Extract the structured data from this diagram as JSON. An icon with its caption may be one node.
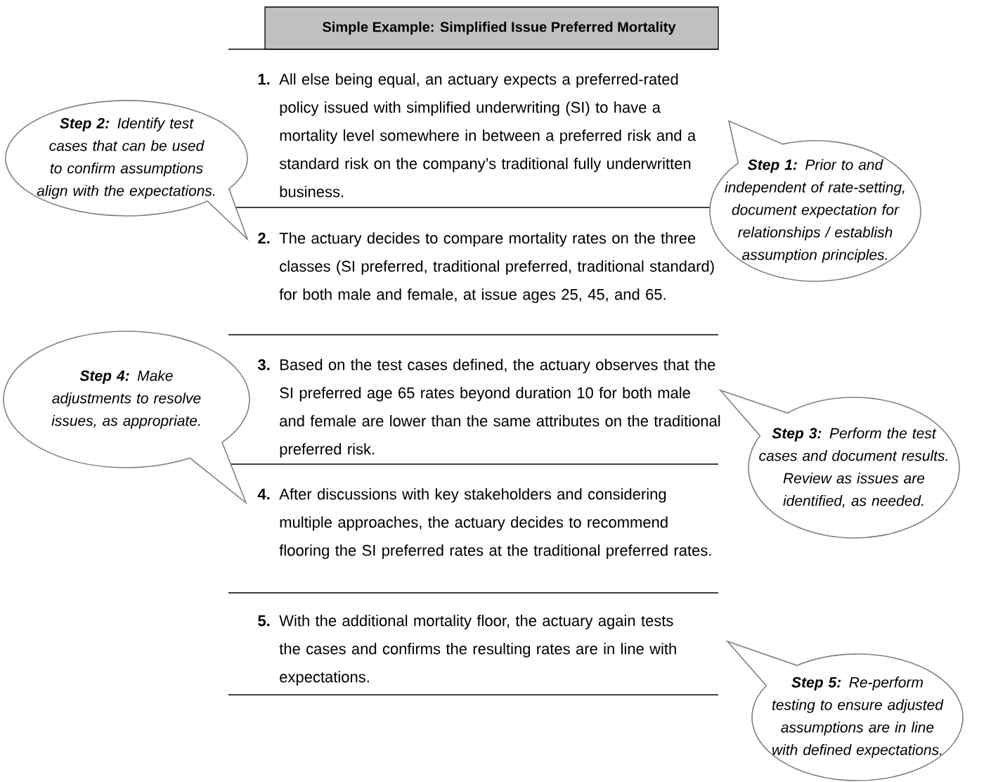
{
  "diagram": {
    "title": "Simple Example: Simplified Issue Preferred Mortality",
    "nodes": [
      {
        "text": [
          "**Step 2:** Identify test cases that can be used to confirm assumptions align with the expectations."
        ]
      },
      {
        "text": [
          "**Step 1:** Prior to and independent of rate-setting, document expectation for relationships / establish assumption principles."
        ]
      },
      {
        "text": [
          "**Step 4:** Make adjustments to resolve issues, as appropriate."
        ]
      },
      {
        "text": [
          "**Step 3:** Perform the test cases and document results. Review as issues are identified, as needed."
        ]
      },
      {
        "text": [
          "**Step 5:** Re-perform testing to ensure adjusted assumptions are in line with defined expectations."
        ]
      }
    ],
    "labels": [
      "1.",
      "All else being equal, an actuary expects a preferred-rated policy issued with simplified underwriting (SI) to have a mortality level somewhere in between a preferred risk and a standard risk on the company’s traditional fully underwritten business.",
      "2.",
      "The actuary decides to compare mortality rates on the three classes (SI preferred, traditional preferred, traditional standard) for both male and female, at issue ages 25, 45, and 65.",
      "3.",
      "Based on the test cases defined, the actuary observes that the SI preferred age 65 rates beyond duration 10 for both male and female are lower than the same attributes on the traditional preferred risk.",
      "4.",
      "After discussions with key stakeholders and considering multiple approaches, the actuary decides to recommend flooring the SI preferred rates at the traditional preferred rates.",
      "5.",
      "With the additional mortality floor, the actuary again tests the cases and confirms the resulting rates are in line with expectations."
    ]
  }
}
